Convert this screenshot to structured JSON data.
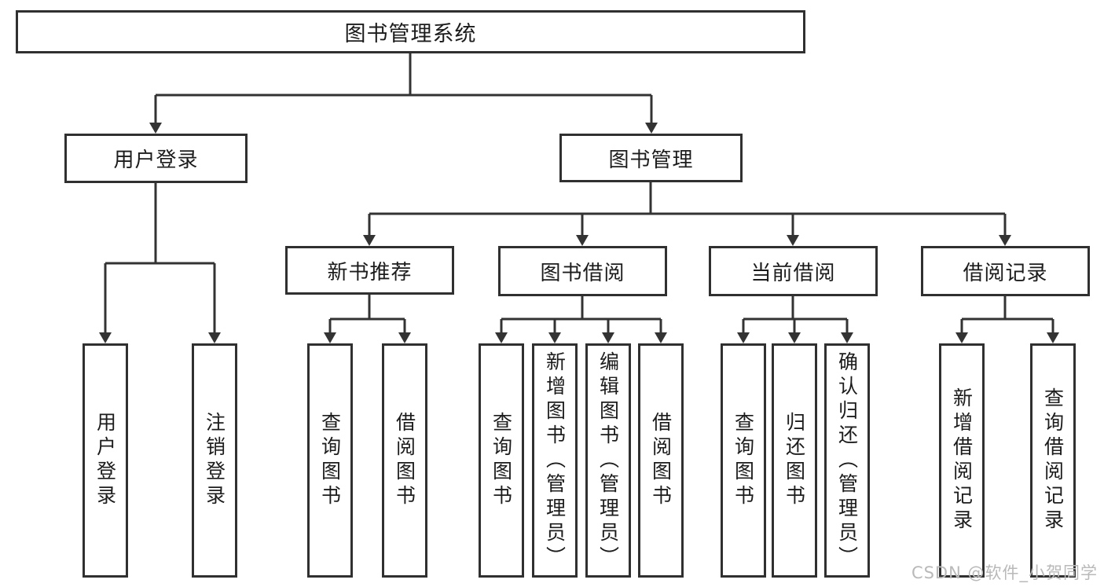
{
  "tree": {
    "root": {
      "label": "图书管理系统",
      "children": [
        {
          "label": "用户登录",
          "children": [
            {
              "label": "用户登录"
            },
            {
              "label": "注销登录"
            }
          ]
        },
        {
          "label": "图书管理",
          "children": [
            {
              "label": "新书推荐",
              "children": [
                {
                  "label": "查询图书"
                },
                {
                  "label": "借阅图书"
                }
              ]
            },
            {
              "label": "图书借阅",
              "children": [
                {
                  "label": "查询图书"
                },
                {
                  "label": "新增图书（管理员）"
                },
                {
                  "label": "编辑图书（管理员）"
                },
                {
                  "label": "借阅图书"
                }
              ]
            },
            {
              "label": "当前借阅",
              "children": [
                {
                  "label": "查询图书"
                },
                {
                  "label": "归还图书"
                },
                {
                  "label": "确认归还（管理员）"
                }
              ]
            },
            {
              "label": "借阅记录",
              "children": [
                {
                  "label": "新增借阅记录"
                },
                {
                  "label": "查询借阅记录"
                }
              ]
            }
          ]
        }
      ]
    }
  },
  "watermark": {
    "text": "CSDN @软件_小贺同学"
  },
  "colors": {
    "line": "#333333",
    "border": "#303030",
    "text": "#1c1c1c",
    "watermark": "#b9b9b9",
    "background": "#ffffff"
  }
}
